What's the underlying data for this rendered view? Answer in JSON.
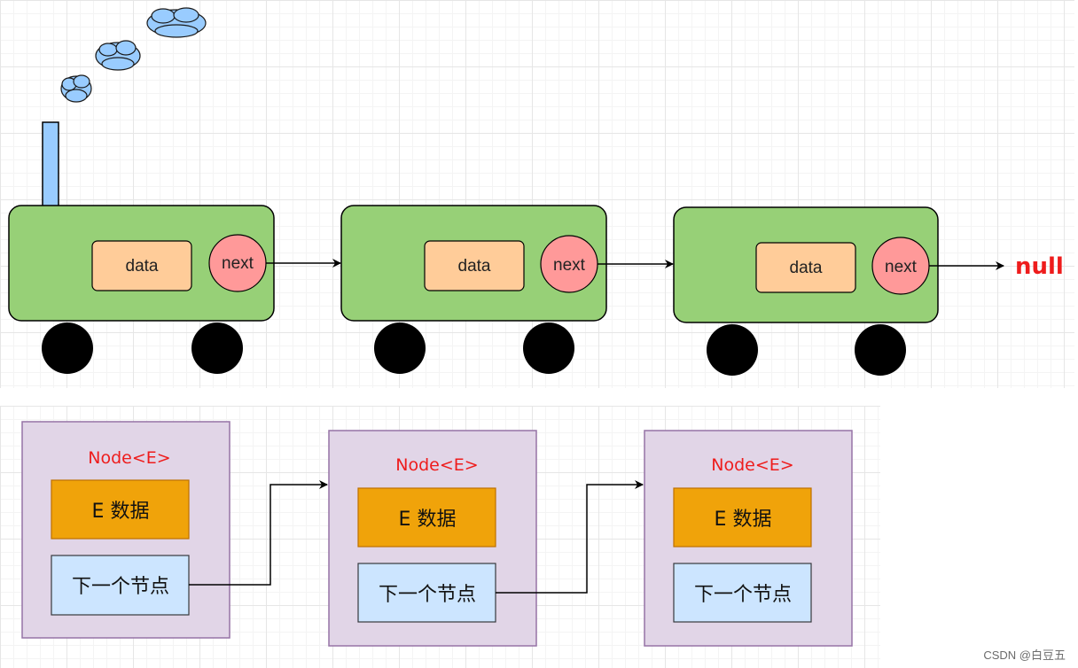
{
  "train": {
    "cars": [
      {
        "data_label": "data",
        "next_label": "next"
      },
      {
        "data_label": "data",
        "next_label": "next"
      },
      {
        "data_label": "data",
        "next_label": "next"
      }
    ],
    "terminal_label": "null"
  },
  "nodes": [
    {
      "title": "Node<E>",
      "data_label": "E 数据",
      "next_label": "下一个节点"
    },
    {
      "title": "Node<E>",
      "data_label": "E 数据",
      "next_label": "下一个节点"
    },
    {
      "title": "Node<E>",
      "data_label": "E 数据",
      "next_label": "下一个节点"
    }
  ],
  "watermark": "CSDN @白豆五",
  "colors": {
    "car_body": "#97d077",
    "data_box": "#ffcc99",
    "next_circle": "#ff9999",
    "wheel": "#000000",
    "chimney": "#99ccff",
    "smoke": "#99ccff",
    "node_box": "#e1d5e7",
    "node_border": "#9673a6",
    "node_data": "#f0a30a",
    "node_next": "#cce5ff",
    "label_red": "#ee1c1c"
  }
}
